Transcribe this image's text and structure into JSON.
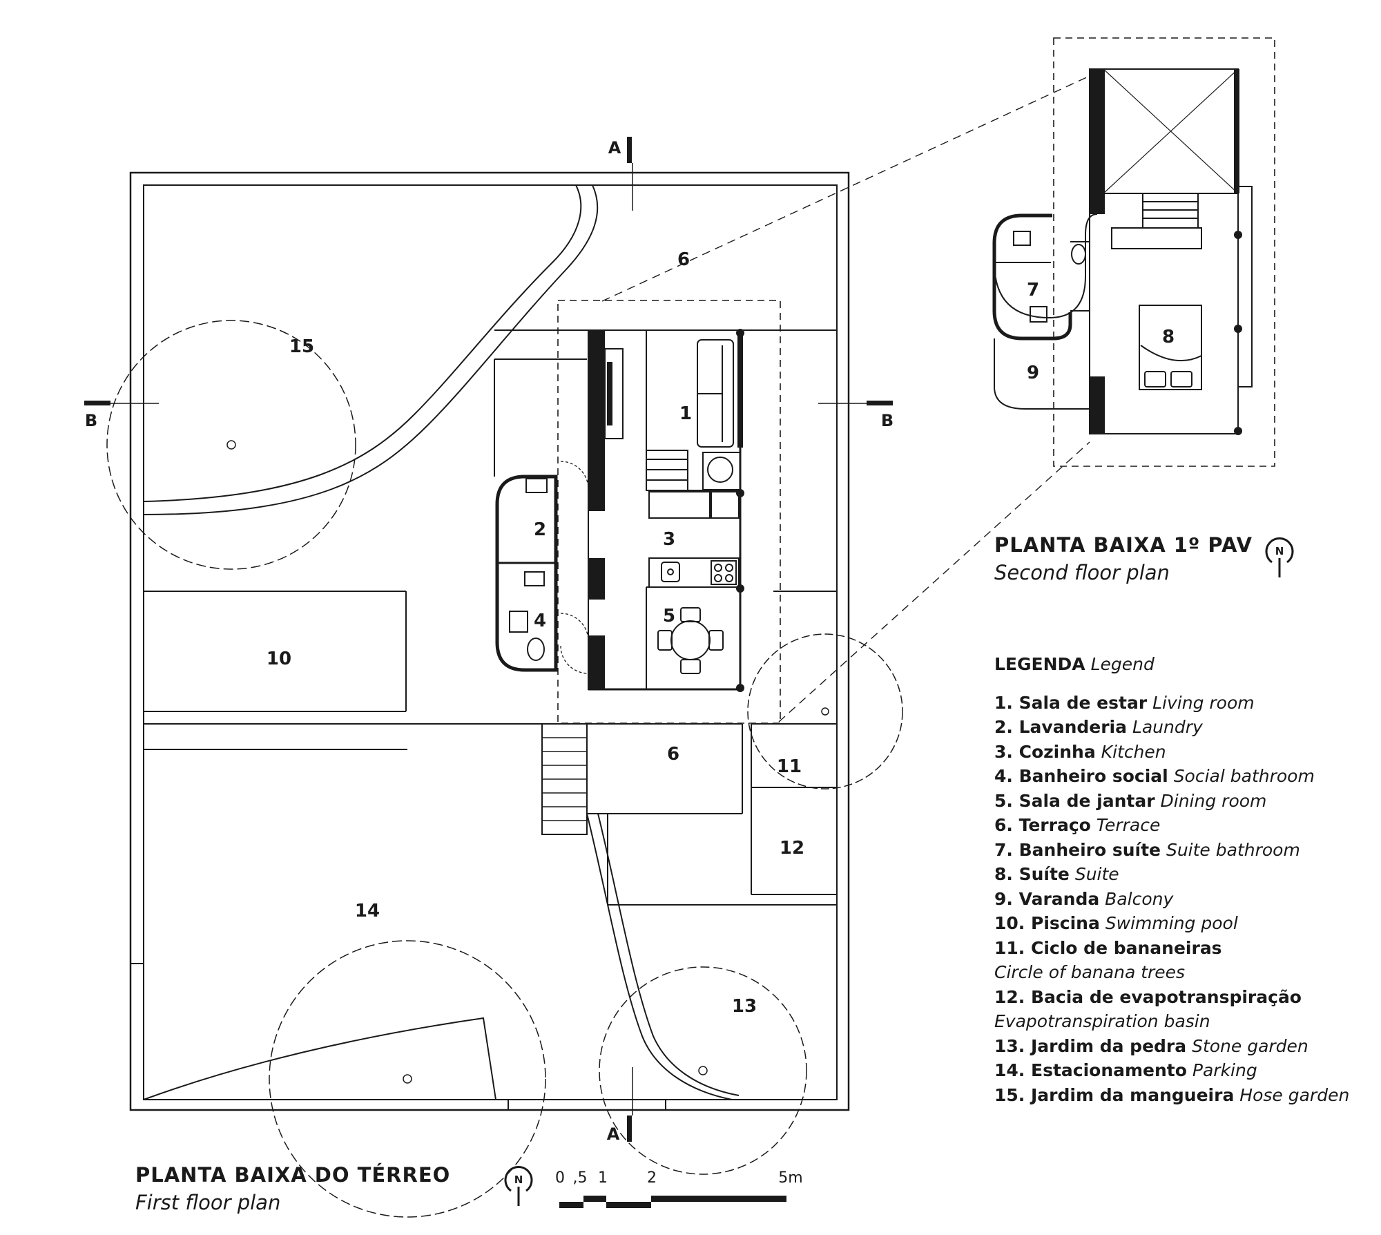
{
  "ground_floor": {
    "title": "PLANTA BAIXA DO TÉRREO",
    "subtitle": "First floor plan",
    "rooms": [
      "6",
      "15",
      "1",
      "2",
      "3",
      "4",
      "5",
      "10",
      "6",
      "11",
      "12",
      "14",
      "13"
    ],
    "section_marks": {
      "a_top": "A",
      "a_bottom": "A",
      "b_left": "B",
      "b_right": "B"
    }
  },
  "upper_floor": {
    "title": "PLANTA BAIXA 1º PAV",
    "subtitle": "Second floor plan",
    "rooms": [
      "7",
      "8",
      "9"
    ]
  },
  "north": {
    "label": "N"
  },
  "scale": {
    "labels": [
      "0",
      ",5",
      "1",
      "2",
      "5m"
    ]
  },
  "legend": {
    "heading": "LEGENDA",
    "heading_en": "Legend",
    "items": [
      {
        "pt": "1. Sala de estar",
        "en": "Living room"
      },
      {
        "pt": "2. Lavanderia",
        "en": "Laundry"
      },
      {
        "pt": "3. Cozinha",
        "en": "Kitchen"
      },
      {
        "pt": "4. Banheiro social",
        "en": "Social bathroom"
      },
      {
        "pt": "5. Sala de jantar",
        "en": "Dining room"
      },
      {
        "pt": "6. Terraço",
        "en": "Terrace"
      },
      {
        "pt": "7. Banheiro suíte",
        "en": "Suite bathroom"
      },
      {
        "pt": "8. Suíte",
        "en": "Suite"
      },
      {
        "pt": "9. Varanda",
        "en": "Balcony"
      },
      {
        "pt": "10. Piscina",
        "en": "Swimming pool"
      },
      {
        "pt": "11. Ciclo de bananeiras",
        "en": "Circle of banana trees"
      },
      {
        "pt": "12. Bacia de evapotranspiração",
        "en": "Evapotranspiration basin"
      },
      {
        "pt": "13. Jardim da pedra",
        "en": "Stone garden"
      },
      {
        "pt": "14. Estacionamento",
        "en": "Parking"
      },
      {
        "pt": "15. Jardim da mangueira",
        "en": "Hose garden"
      }
    ]
  }
}
